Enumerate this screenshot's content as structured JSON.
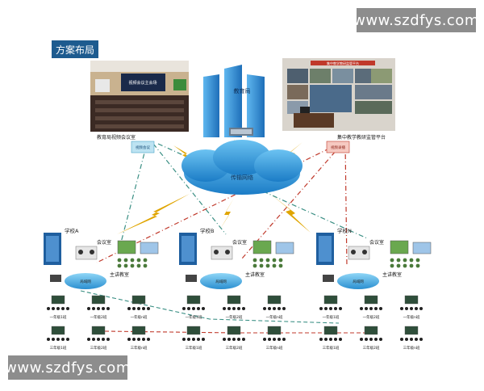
{
  "watermark": "www.szdfys.com",
  "plan_title": "方案布局",
  "hall_screen_text": "视频会议主会场",
  "bureau_label": "教育局",
  "bureau_caption": "教育局视频会议室",
  "platform_screen_text": "集中教学教研监管平台",
  "platform_caption": "集中教学教研监管平台",
  "cloud_label": "传输网络",
  "mcu_tag": "视频会议",
  "record_tag": "视频录播",
  "schools": [
    {
      "name": "学校A",
      "meeting_room": "会议室",
      "lecture_room": "主讲教室",
      "net": "局域网"
    },
    {
      "name": "学校B",
      "meeting_room": "会议室",
      "lecture_room": "主讲教室",
      "net": "局域网"
    },
    {
      "name": "学校N",
      "meeting_room": "会议室",
      "lecture_room": "主讲教室",
      "net": "局域网"
    }
  ],
  "classroom_rows": [
    [
      "一年级1班",
      "一年级2班",
      "一年级n班"
    ],
    [
      "三年级1班",
      "三年级2班",
      "三年级n班"
    ]
  ],
  "colors": {
    "teal_line": "#3a8f84",
    "red_line": "#c0392b",
    "gold_bolt": "#e0a500",
    "cloud": "#1e7fc6",
    "building": "#2f8ed6",
    "server": "#1f5f9f"
  }
}
